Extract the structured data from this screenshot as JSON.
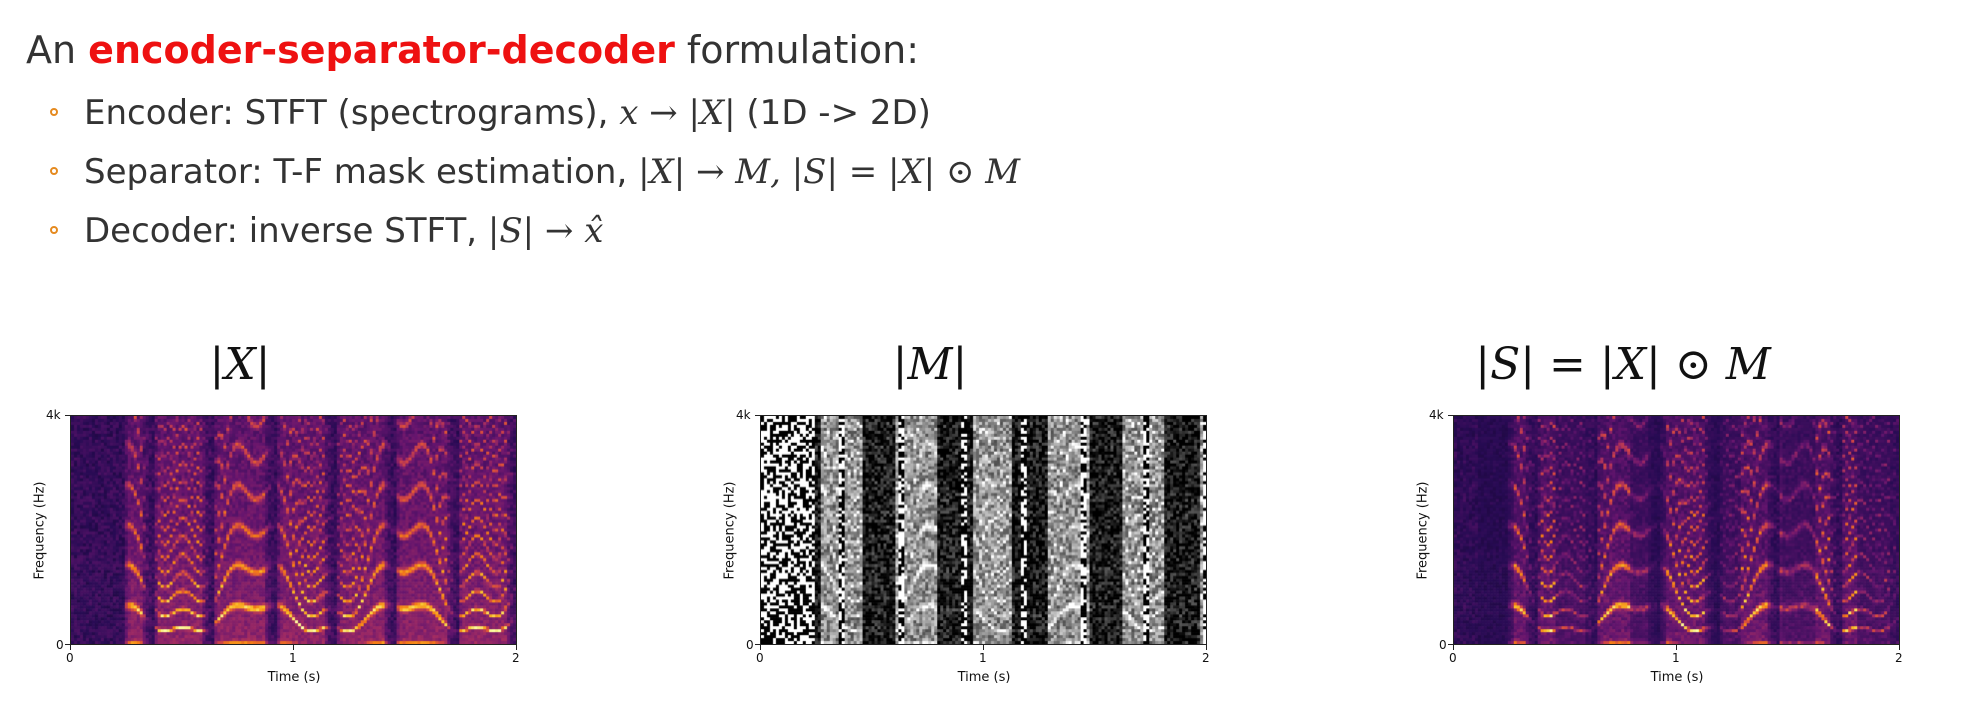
{
  "heading": {
    "prefix": "An ",
    "highlight": "encoder-separator-decoder",
    "suffix": " formulation:"
  },
  "bullets": [
    {
      "text": "Encoder: STFT (spectrograms), ",
      "math": "x → |X|",
      "tail": " (1D -> 2D)"
    },
    {
      "text": "Separator: T-F mask estimation, ",
      "math": "|X| → M, |S| = |X| ⊙ M",
      "tail": ""
    },
    {
      "text": "Decoder: inverse STFT, ",
      "math": "|S| → x̂",
      "tail": ""
    }
  ],
  "colors": {
    "accent": "#ee1111",
    "bullet_marker": "#e58a1f",
    "text": "#333333"
  },
  "chart_data": [
    {
      "type": "heatmap",
      "title": "|X|",
      "colormap": "inferno",
      "xlabel": "Time (s)",
      "ylabel": "Frequency (Hz)",
      "x_ticks": [
        "0",
        "1",
        "2"
      ],
      "y_ticks": [
        "0",
        "4k"
      ],
      "xlim": [
        0,
        2
      ],
      "ylim": [
        0,
        4000
      ],
      "seed": 11
    },
    {
      "type": "heatmap",
      "title": "|M|",
      "colormap": "gray",
      "xlabel": "Time (s)",
      "ylabel": "Frequency (Hz)",
      "x_ticks": [
        "0",
        "1",
        "2"
      ],
      "y_ticks": [
        "0",
        "4k"
      ],
      "xlim": [
        0,
        2
      ],
      "ylim": [
        0,
        4000
      ],
      "seed": 11
    },
    {
      "type": "heatmap",
      "title": "|S| = |X| ⊙ M",
      "colormap": "inferno",
      "xlabel": "Time (s)",
      "ylabel": "Frequency (Hz)",
      "x_ticks": [
        "0",
        "1",
        "2"
      ],
      "y_ticks": [
        "0",
        "4k"
      ],
      "xlim": [
        0,
        2
      ],
      "ylim": [
        0,
        4000
      ],
      "seed": 11
    }
  ]
}
